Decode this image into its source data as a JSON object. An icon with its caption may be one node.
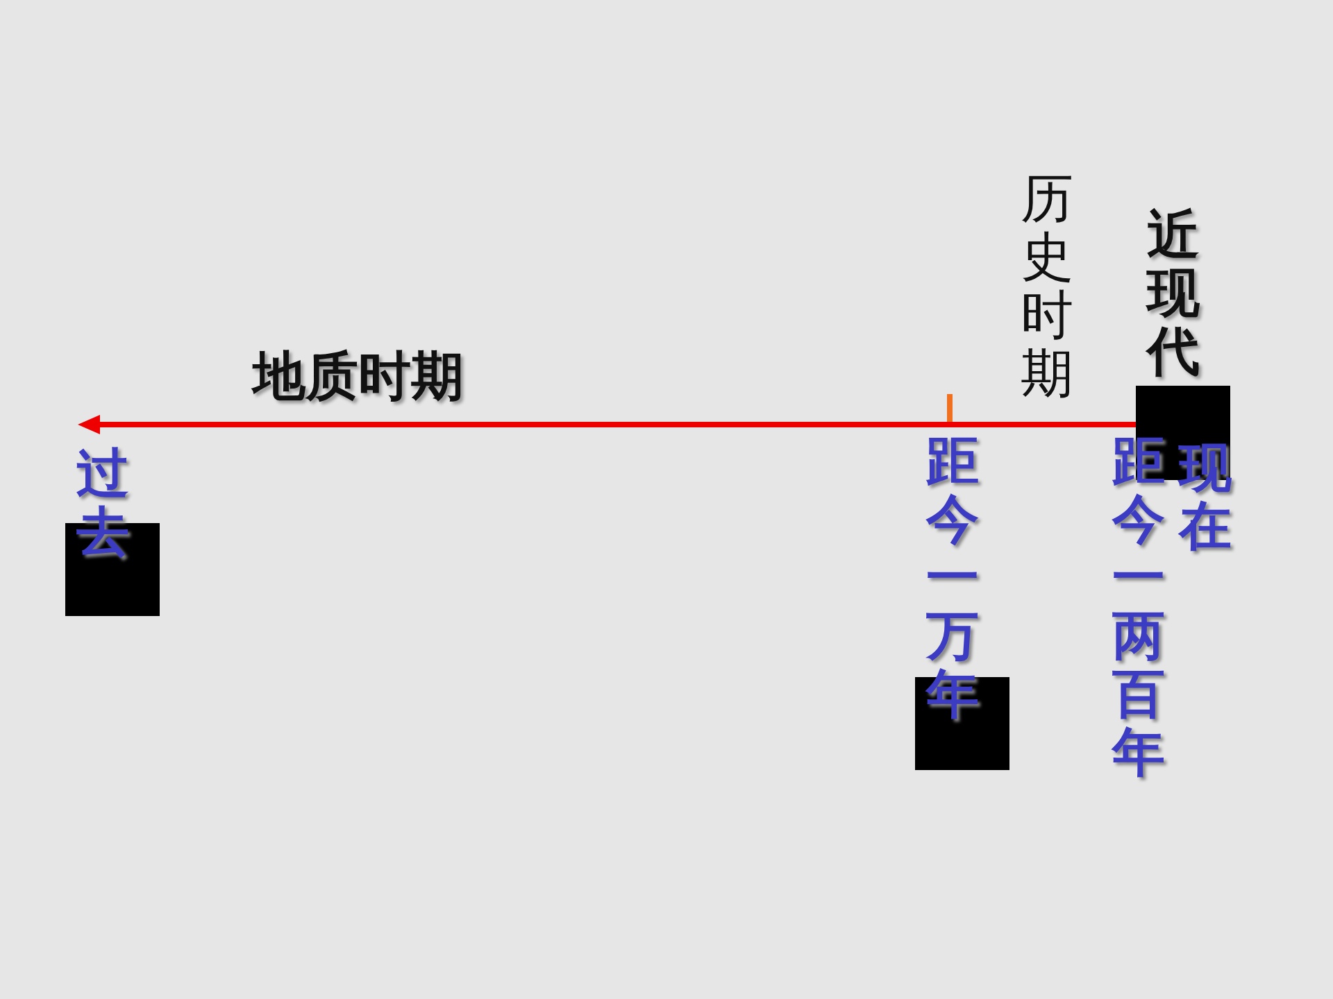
{
  "diagram": {
    "labels": [
      "历史时期",
      "近现代",
      "地质时期",
      "过去",
      "距今一万年",
      "距今一两百年",
      "现在"
    ]
  }
}
